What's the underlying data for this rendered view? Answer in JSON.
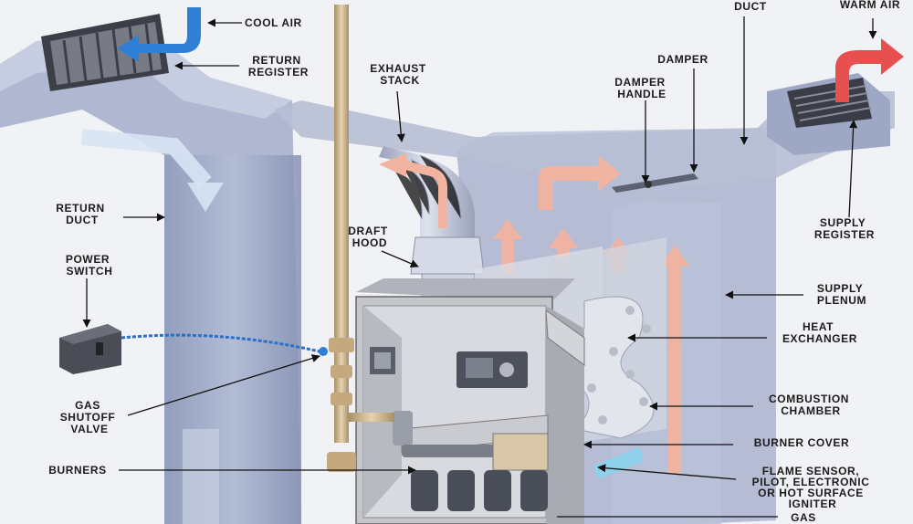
{
  "labels": {
    "cool_air": "COOL AIR",
    "return_register": [
      "RETURN",
      "REGISTER"
    ],
    "exhaust_stack": [
      "EXHAUST",
      "STACK"
    ],
    "supply_duct": "DUCT",
    "warm_air": "WARM AIR",
    "damper": "DAMPER",
    "damper_handle": [
      "DAMPER",
      "HANDLE"
    ],
    "return_duct": [
      "RETURN",
      "DUCT"
    ],
    "draft_hood": [
      "DRAFT",
      "HOOD"
    ],
    "supply_register": [
      "SUPPLY",
      "REGISTER"
    ],
    "power_switch": [
      "POWER",
      "SWITCH"
    ],
    "supply_plenum": [
      "SUPPLY",
      "PLENUM"
    ],
    "heat_exchanger": [
      "HEAT",
      "EXCHANGER"
    ],
    "gas_shutoff_valve": [
      "GAS",
      "SHUTOFF",
      "VALVE"
    ],
    "combustion_chamber": [
      "COMBUSTION",
      "CHAMBER"
    ],
    "burner_cover": "BURNER COVER",
    "burners": "BURNERS",
    "flame_sensor": [
      "FLAME SENSOR,",
      "PILOT, ELECTRONIC",
      "OR HOT SURFACE",
      "IGNITER"
    ],
    "gas": "GAS"
  },
  "colors": {
    "duct": "#9aa6c4",
    "duct_dark": "#7c88aa",
    "duct_light": "#c3cbe0",
    "warm_arrow": "#f2b3a0",
    "cool_arrow": "#2f7fd6",
    "hot_arrow": "#e85050",
    "cabinet": "#c8c8cc",
    "pipe": "#cdb48c"
  }
}
